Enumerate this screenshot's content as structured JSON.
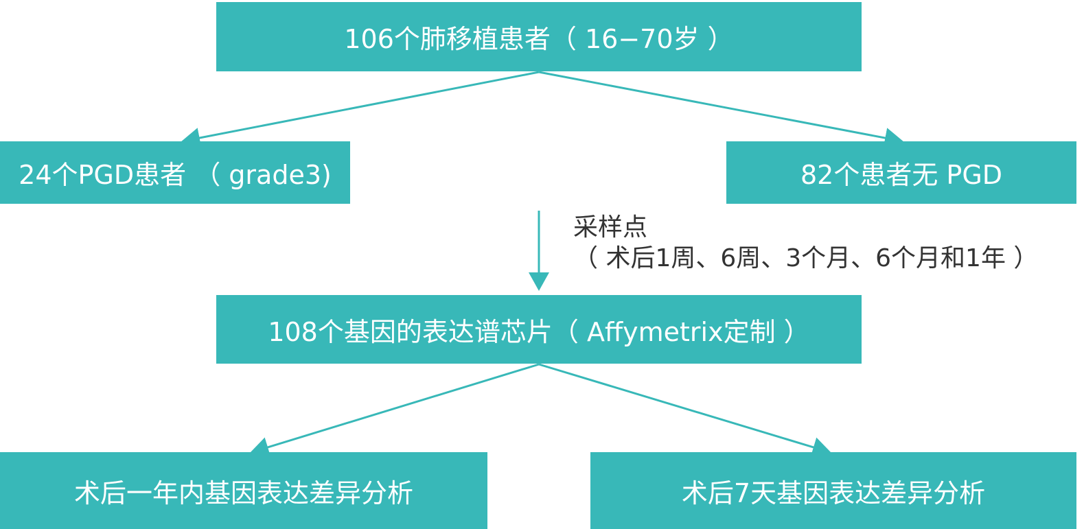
{
  "nodes": {
    "top": "106个肺移植患者（ 16−70岁 ）",
    "pgd": "24个PGD患者 （ grade3)",
    "no_pgd": "82个患者无 PGD",
    "chip": "108个基因的表达谱芯片（ Affymetrix定制 ）",
    "within_year": "术后一年内基因表达差异分析",
    "day7": "术后7天基因表达差异分析"
  },
  "sampling_note": {
    "title": "采样点",
    "detail": "（ 术后1周、6周、3个月、6个月和1年 ）"
  },
  "colors": {
    "box_fill": "#38b8b8",
    "box_text": "#ffffff",
    "connector": "#38b8b8",
    "note_text": "#333333"
  }
}
